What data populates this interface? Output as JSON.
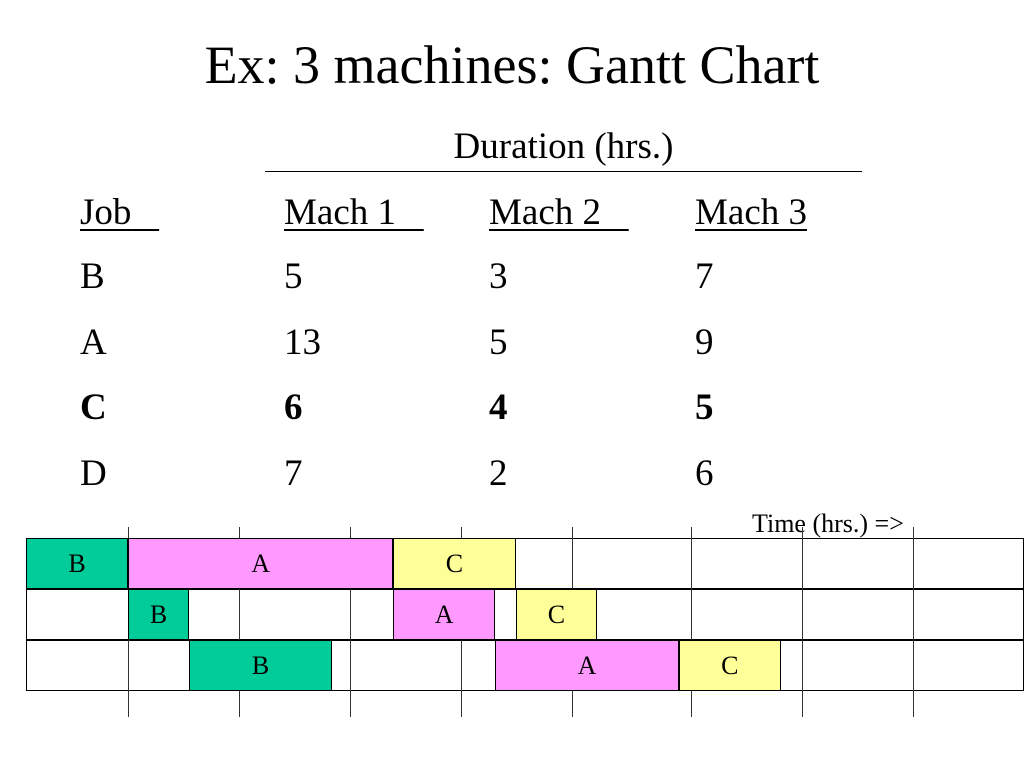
{
  "title": "Ex: 3 machines: Gantt Chart",
  "table": {
    "group_header": "Duration (hrs.)",
    "columns": [
      "Job",
      "Mach 1",
      "Mach 2",
      "Mach 3"
    ],
    "rows": [
      {
        "job": "B",
        "m1": "5",
        "m2": "3",
        "m3": "7",
        "bold": false
      },
      {
        "job": "A",
        "m1": "13",
        "m2": "5",
        "m3": "9",
        "bold": false
      },
      {
        "job": "C",
        "m1": "6",
        "m2": "4",
        "m3": "5",
        "bold": true
      },
      {
        "job": "D",
        "m1": "7",
        "m2": "2",
        "m3": "6",
        "bold": false
      }
    ]
  },
  "gantt": {
    "time_label": "Time (hrs.) =>",
    "colors": {
      "B": "#00cc99",
      "A": "#ff99ff",
      "C": "#ffff99"
    },
    "machines": [
      {
        "bars": [
          {
            "job": "B",
            "start": 0,
            "end": 5
          },
          {
            "job": "A",
            "start": 5,
            "end": 18
          },
          {
            "job": "C",
            "start": 18,
            "end": 24
          }
        ]
      },
      {
        "bars": [
          {
            "job": "B",
            "start": 5,
            "end": 8
          },
          {
            "job": "A",
            "start": 18,
            "end": 23
          },
          {
            "job": "C",
            "start": 24,
            "end": 28
          }
        ]
      },
      {
        "bars": [
          {
            "job": "B",
            "start": 8,
            "end": 15
          },
          {
            "job": "A",
            "start": 23,
            "end": 32
          },
          {
            "job": "C",
            "start": 32,
            "end": 37
          }
        ]
      }
    ]
  }
}
